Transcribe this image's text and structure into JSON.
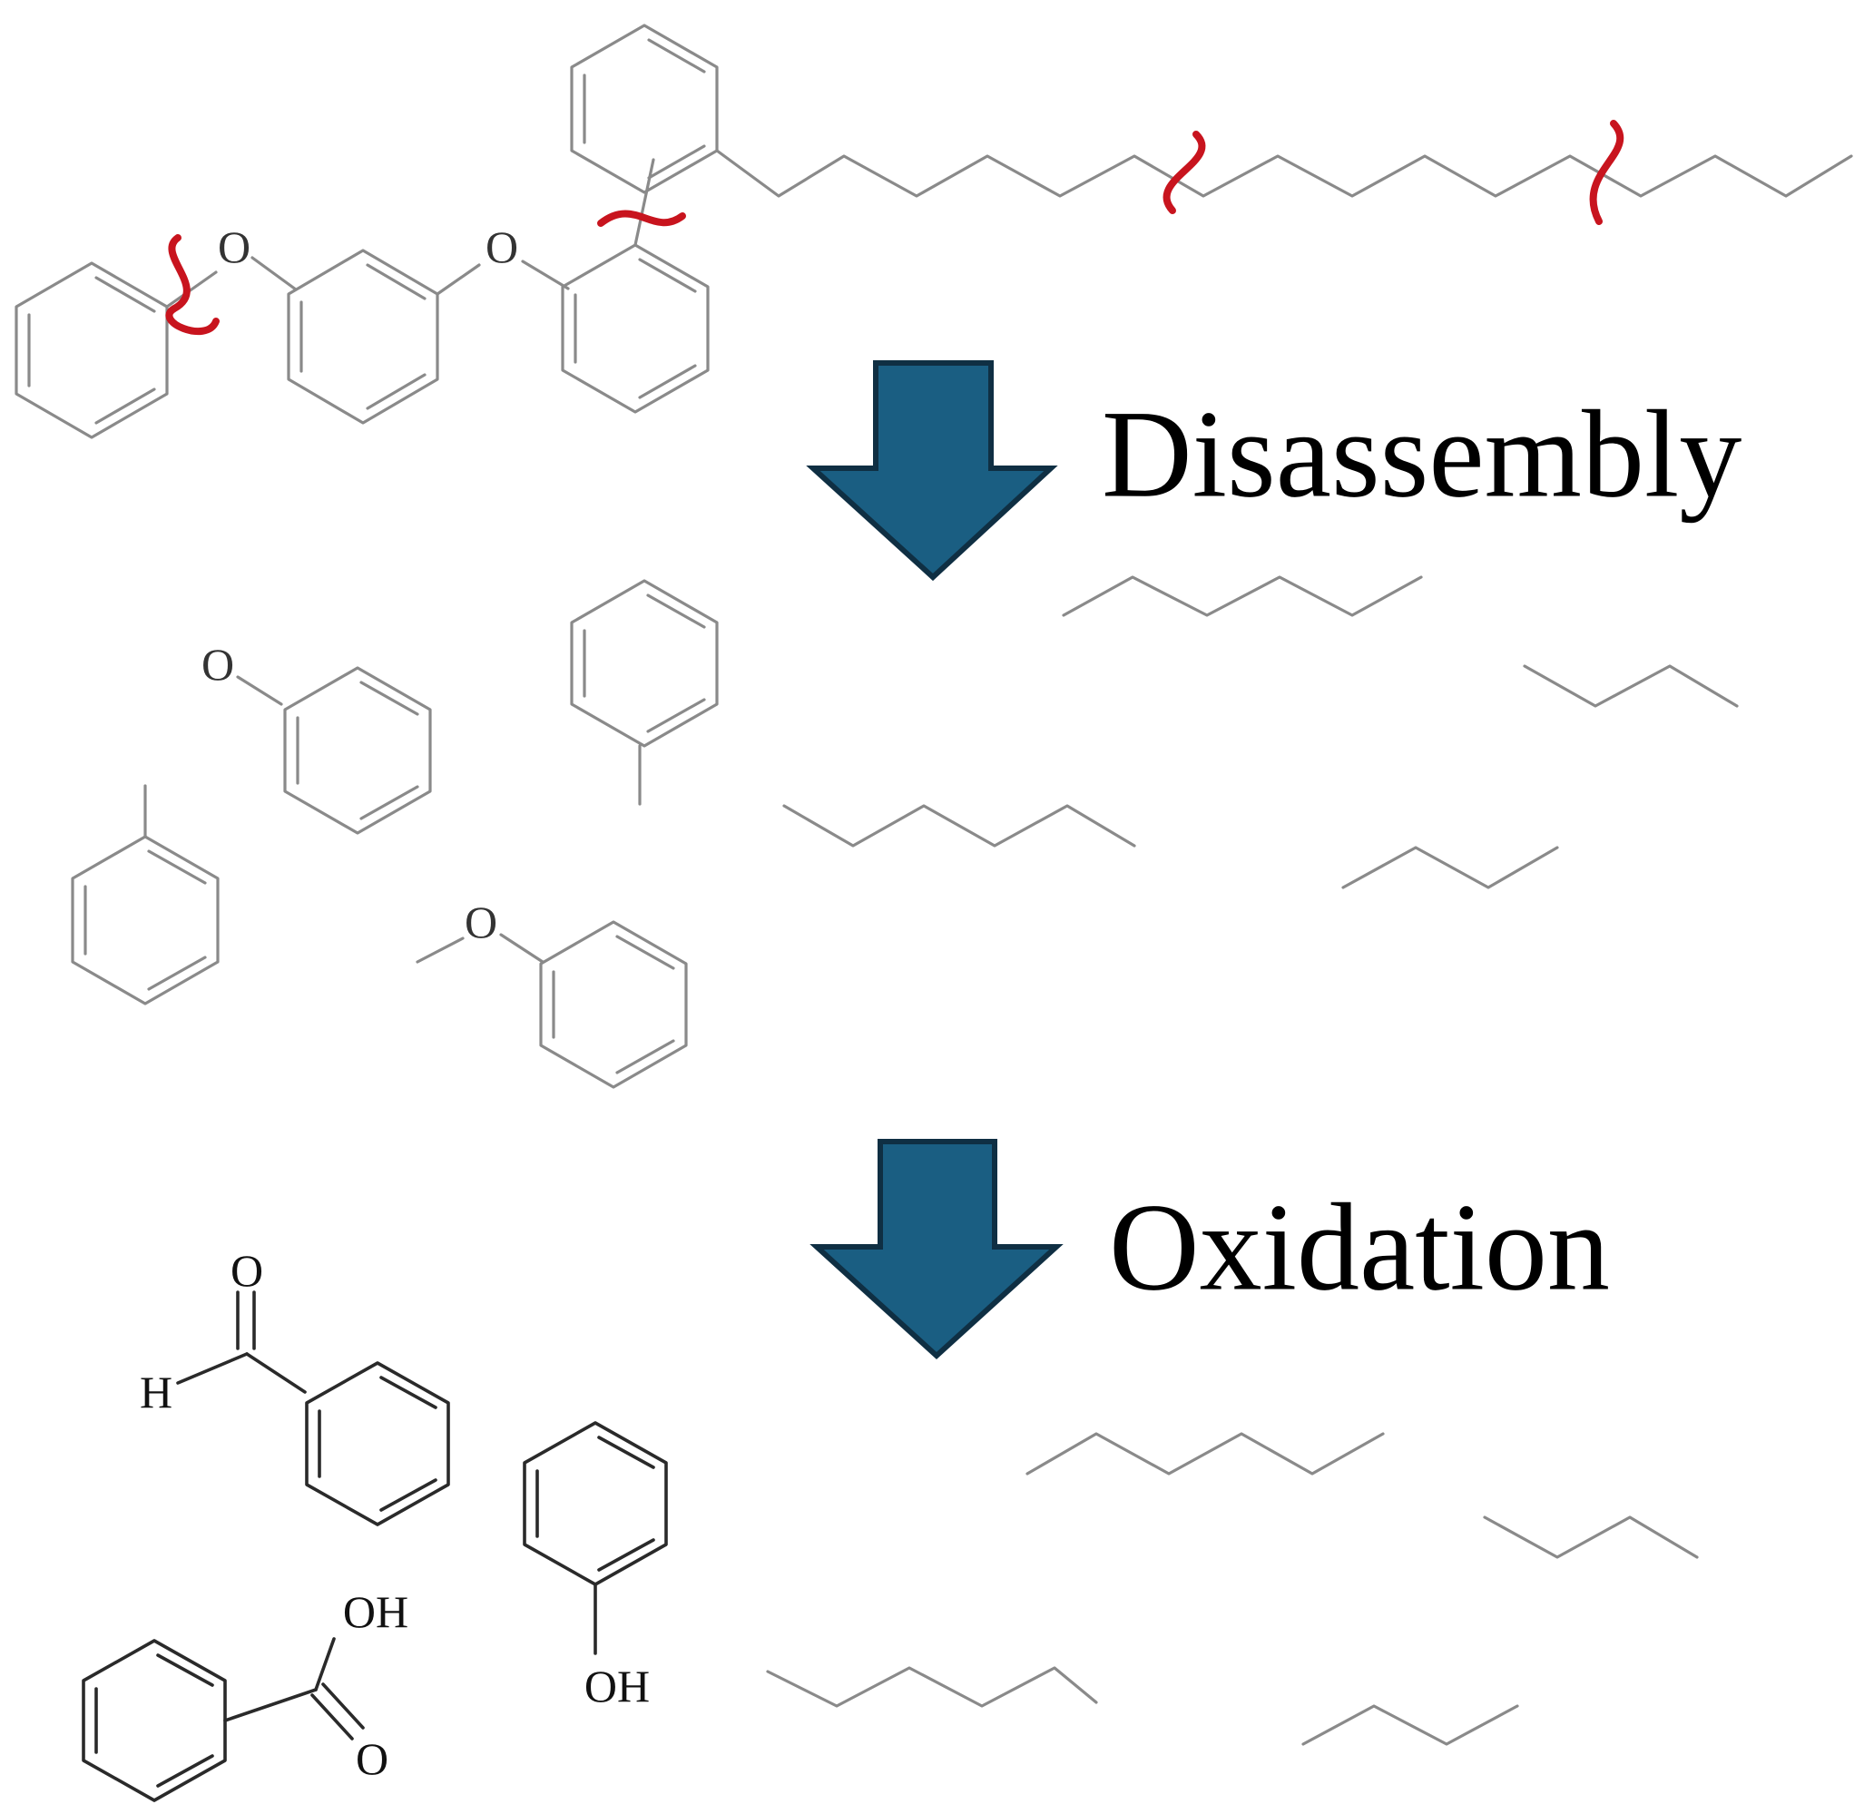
{
  "steps": [
    {
      "label": "Disassembly"
    },
    {
      "label": "Oxidation"
    }
  ],
  "atoms": {
    "oxygen": "O",
    "hydrogen": "H",
    "hydroxyl": "OH"
  },
  "colors": {
    "arrow_fill": "#1a5e82",
    "arrow_outline": "#0f2f43",
    "scission_mark": "#c8141e",
    "intermediate_bond": "#8a8a8a",
    "product_bond": "#2a2a2a"
  }
}
